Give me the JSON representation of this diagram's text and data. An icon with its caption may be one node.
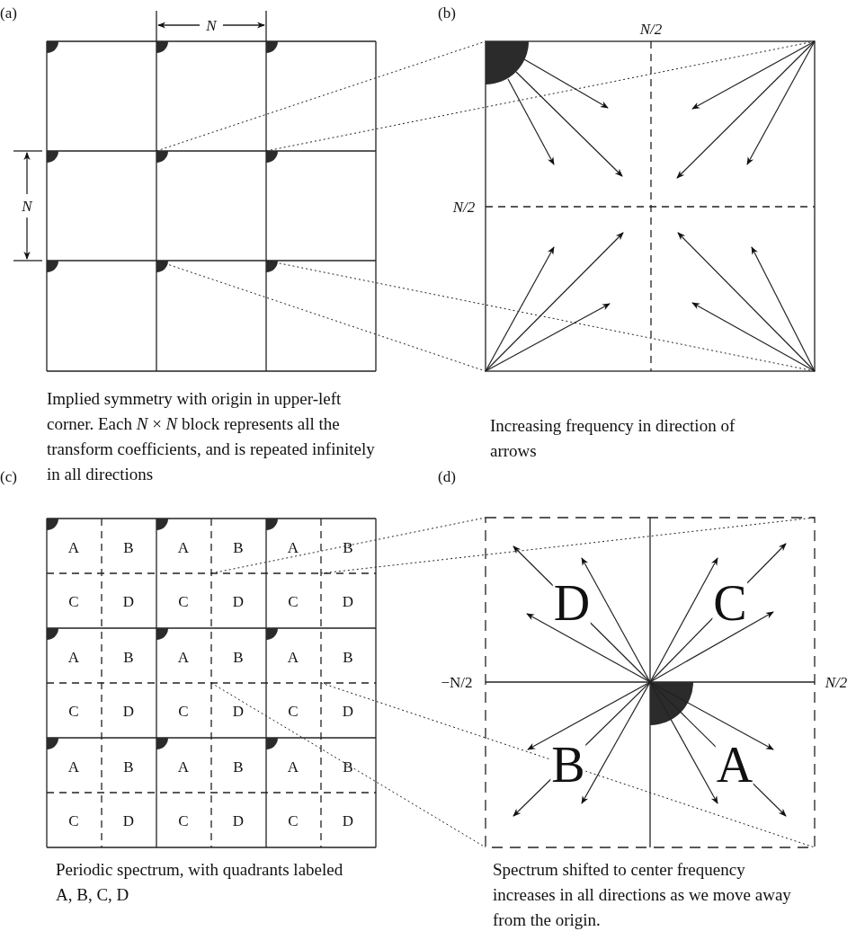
{
  "diagram": {
    "labels": [
      "(a)",
      "N",
      "N",
      "(b)",
      "N/2",
      "N/2",
      "Implied symmetry with origin in upper-left corner. Each *N* × *N* block represents all the transform coefficients, and is repeated infinitely in all directions",
      "Increasing frequency in direction of arrows",
      "(c)",
      "A",
      "B",
      "A",
      "B",
      "A",
      "B",
      "C",
      "D",
      "C",
      "D",
      "C",
      "D",
      "A",
      "B",
      "A",
      "B",
      "A",
      "B",
      "C",
      "D",
      "C",
      "D",
      "C",
      "D",
      "A",
      "B",
      "A",
      "B",
      "A",
      "B",
      "C",
      "D",
      "C",
      "D",
      "C",
      "D",
      "(d)",
      "D",
      "C",
      "−N/2",
      "N/2",
      "B",
      "A",
      "Periodic spectrum, with quadrants labeled A, B, C, D",
      "Spectrum shifted to center frequency increases in all directions as we move away from the origin."
    ]
  }
}
